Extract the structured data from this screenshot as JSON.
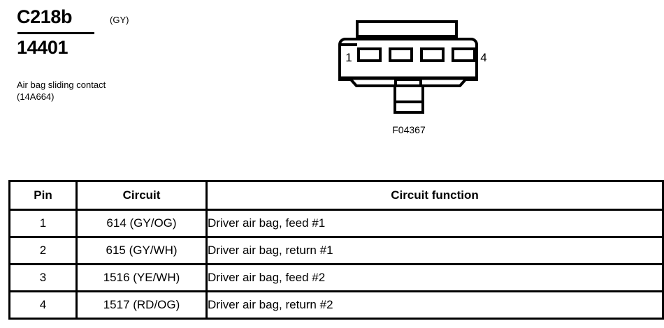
{
  "header": {
    "connector_id": "C218b",
    "connector_color": "(GY)",
    "part_number": "14401",
    "component_description": "Air bag sliding contact (14A664)"
  },
  "connector_figure": {
    "figure_ref": "F04367",
    "first_pin_label": "1",
    "last_pin_label": "4",
    "cavity_count": 4,
    "line_color": "#000000",
    "fill_color": "#ffffff"
  },
  "pinout_table": {
    "columns": [
      "Pin",
      "Circuit",
      "Circuit function"
    ],
    "rows": [
      {
        "pin": "1",
        "circuit": "614 (GY/OG)",
        "function": "Driver air bag, feed #1"
      },
      {
        "pin": "2",
        "circuit": "615 (GY/WH)",
        "function": "Driver air bag, return #1"
      },
      {
        "pin": "3",
        "circuit": "1516 (YE/WH)",
        "function": "Driver air bag, feed #2"
      },
      {
        "pin": "4",
        "circuit": "1517 (RD/OG)",
        "function": "Driver air bag, return #2"
      }
    ]
  }
}
